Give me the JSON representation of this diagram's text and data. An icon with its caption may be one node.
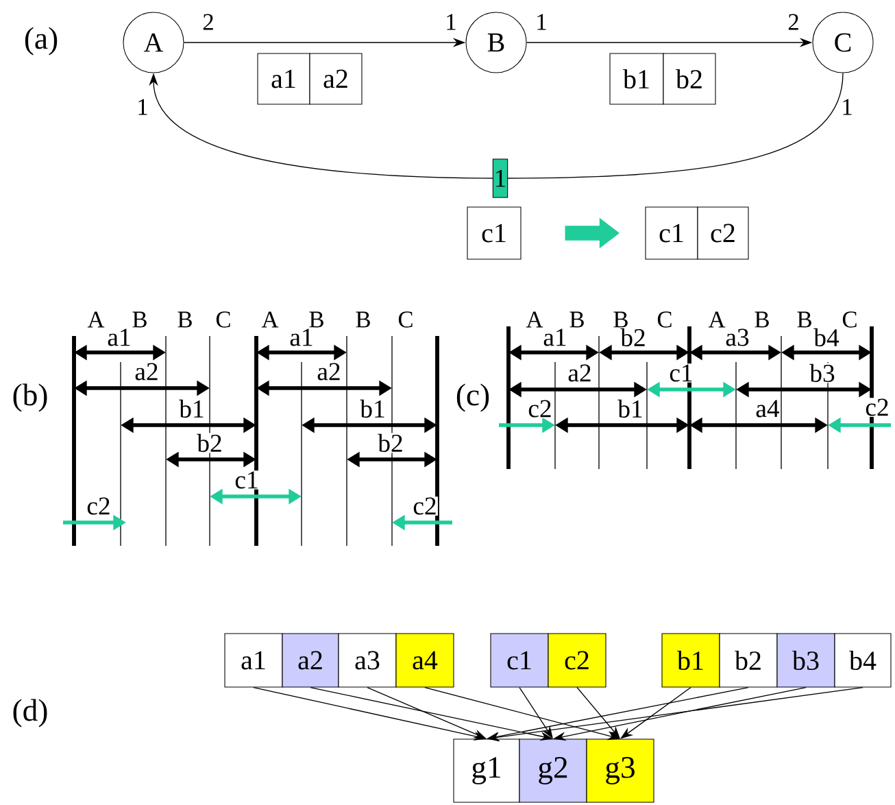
{
  "diagram": {
    "nodes": [
      {
        "text": [
          "A"
        ]
      },
      {
        "text": [
          "B"
        ]
      },
      {
        "text": [
          "C"
        ]
      },
      {
        "text": [
          "a1"
        ]
      },
      {
        "text": [
          "a2"
        ]
      },
      {
        "text": [
          "b1"
        ]
      },
      {
        "text": [
          "b2"
        ]
      },
      {
        "text": [
          "c1"
        ]
      },
      {
        "text": [
          "c1"
        ]
      },
      {
        "text": [
          "c2"
        ]
      },
      {
        "text": [
          "a1"
        ]
      },
      {
        "text": [
          "a2"
        ]
      },
      {
        "text": [
          "a3"
        ]
      },
      {
        "text": [
          "a4"
        ]
      },
      {
        "text": [
          "c1"
        ]
      },
      {
        "text": [
          "c2"
        ]
      },
      {
        "text": [
          "b1"
        ]
      },
      {
        "text": [
          "b2"
        ]
      },
      {
        "text": [
          "b3"
        ]
      },
      {
        "text": [
          "b4"
        ]
      },
      {
        "text": [
          "g1"
        ]
      },
      {
        "text": [
          "g2"
        ]
      },
      {
        "text": [
          "g3"
        ]
      }
    ],
    "edges": [
      {
        "from": 0,
        "to": 1,
        "arrow": "to"
      },
      {
        "from": 1,
        "to": 2,
        "arrow": "to"
      },
      {
        "from": 2,
        "to": 0,
        "arrow": "to",
        "label": "1"
      },
      {
        "from": 7,
        "to": 8,
        "arrow": "to",
        "style": "thick",
        "color": "#1fcc9a"
      },
      {
        "from": 10,
        "to": 20,
        "arrow": "to"
      },
      {
        "from": 11,
        "to": 21,
        "arrow": "to"
      },
      {
        "from": 12,
        "to": 20,
        "arrow": "to"
      },
      {
        "from": 13,
        "to": 22,
        "arrow": "to"
      },
      {
        "from": 14,
        "to": 21,
        "arrow": "to"
      },
      {
        "from": 15,
        "to": 22,
        "arrow": "to"
      },
      {
        "from": 16,
        "to": 22,
        "arrow": "to"
      },
      {
        "from": 17,
        "to": 20,
        "arrow": "to"
      },
      {
        "from": 18,
        "to": 21,
        "arrow": "to"
      },
      {
        "from": 19,
        "to": 20,
        "arrow": "to"
      }
    ],
    "labels": [
      "(a)",
      "2",
      "1",
      "1",
      "2",
      "1",
      "1",
      "A",
      "B",
      "B",
      "C",
      "A",
      "B",
      "B",
      "C",
      "A",
      "B",
      "B",
      "C",
      "A",
      "B",
      "B",
      "C",
      "(b)",
      "(c)",
      "a1",
      "a1",
      "a2",
      "a2",
      "b1",
      "b1",
      "b2",
      "b2",
      "c1",
      "c2",
      "c2",
      "a1",
      "b2",
      "a3",
      "b4",
      "a2",
      "c1",
      "b3",
      "c2",
      "b1",
      "a4",
      "c2",
      "(d)"
    ]
  }
}
